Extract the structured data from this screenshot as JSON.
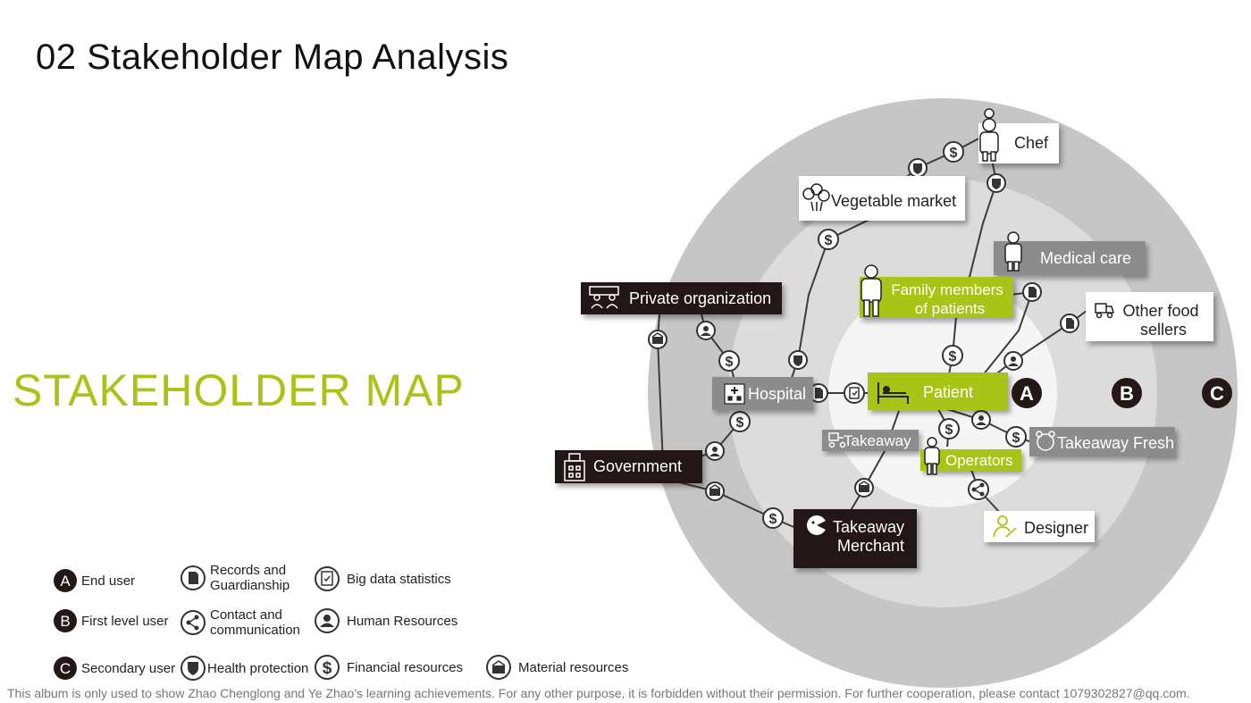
{
  "title": "02 Stakeholder Map Analysis",
  "subtitle": "STAKEHOLDER MAP",
  "rings": {
    "a": "A",
    "b": "B",
    "c": "C"
  },
  "nodes": {
    "chef": "Chef",
    "vegetable_market": "Vegetable market",
    "medical_care": "Medical care",
    "family_line1": "Family members",
    "family_line2": "of patients",
    "other_food_line1": "Other food",
    "other_food_line2": "sellers",
    "private_organization": "Private organization",
    "hospital": "Hospital",
    "patient": "Patient",
    "takeaway": "Takeaway",
    "takeaway_fresh": "Takeaway Fresh",
    "operators": "Operators",
    "government": "Government",
    "merchant_line1": "Takeaway",
    "merchant_line2": "Merchant",
    "designer": "Designer"
  },
  "legend": {
    "a": {
      "letter": "A",
      "label": "End user"
    },
    "b": {
      "letter": "B",
      "label": "First level user"
    },
    "c": {
      "letter": "C",
      "label": "Secondary user"
    },
    "records_line1": "Records and",
    "records_line2": "Guardianship",
    "contact_line1": "Contact and",
    "contact_line2": "communication",
    "health": "Health protection",
    "bigdata": "Big data statistics",
    "human": "Human Resources",
    "financial": "Financial resources",
    "material": "Material resources"
  },
  "footer": "This album is only used to show Zhao Chenglong and Ye Zhao's learning achievements. For any other purpose, it is forbidden without their permission. For further cooperation, please contact 1079302827@qq.com.",
  "colors": {
    "green": "#a8c418",
    "dark": "#231815",
    "gray": "#8c8c8c",
    "ring_outer": "#c8c8c8",
    "ring_mid": "#dddddd"
  }
}
